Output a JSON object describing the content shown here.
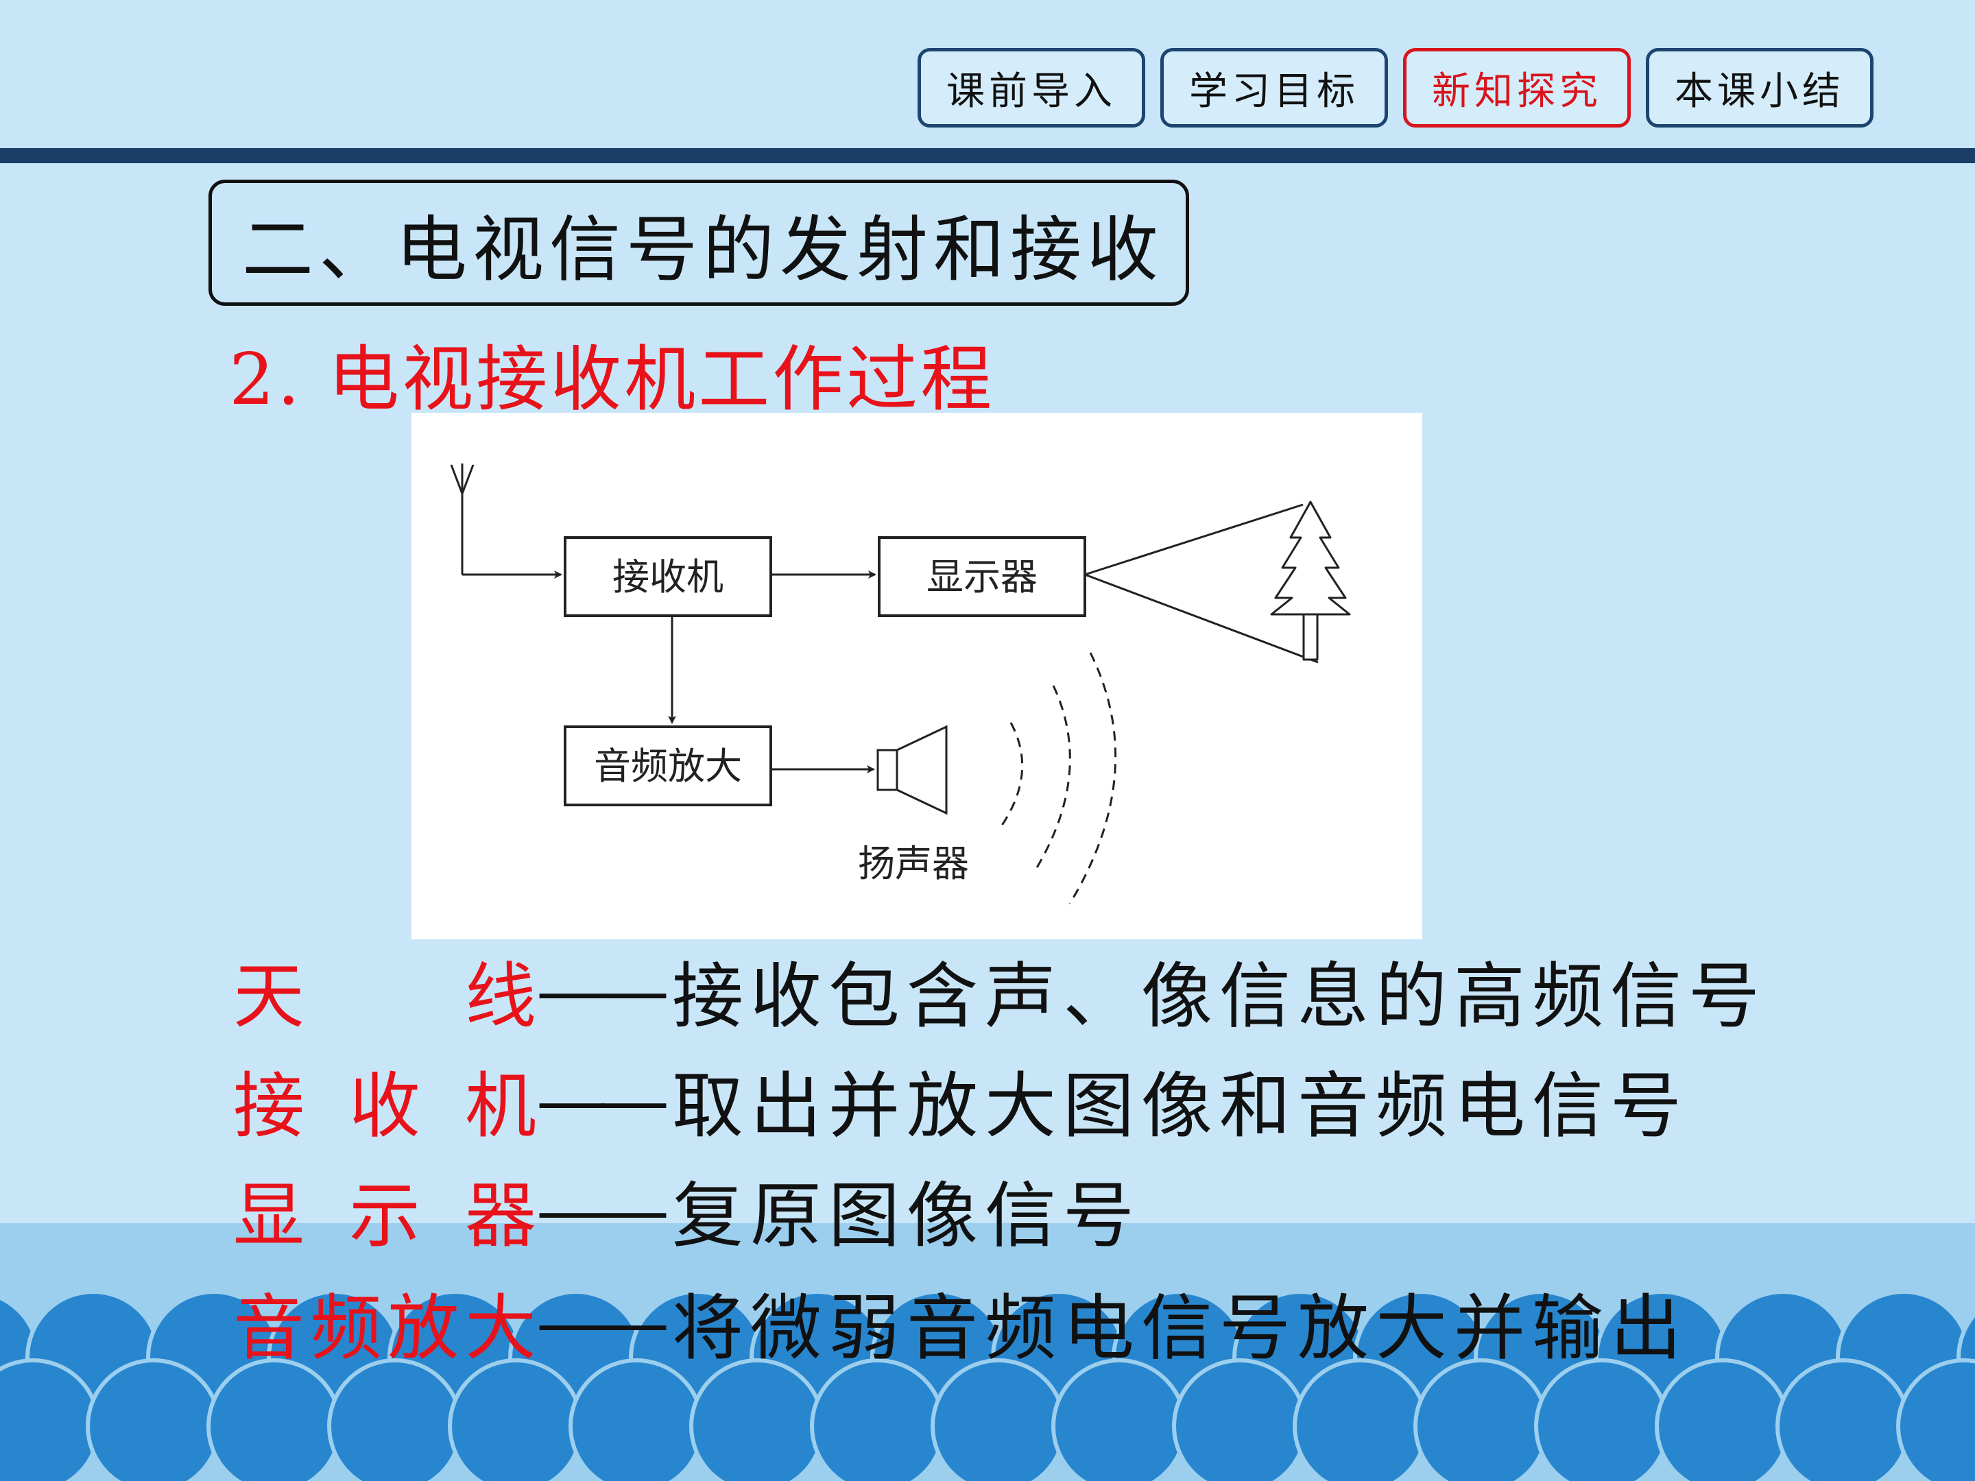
{
  "nav": {
    "items": [
      {
        "label": "课前导入"
      },
      {
        "label": "学习目标"
      },
      {
        "label": "新知探究"
      },
      {
        "label": "本课小结"
      }
    ],
    "active_index": 2
  },
  "section": {
    "title": "二、电视信号的发射和接收"
  },
  "subtitle": "2. 电视接收机工作过程",
  "diagram": {
    "receiver": "接收机",
    "display": "显示器",
    "audio_amp": "音频放大",
    "speaker": "扬声器"
  },
  "descriptions": [
    {
      "term_chars": [
        "天",
        "线"
      ],
      "dash": "——",
      "text": "接收包含声、像信息的高频信号"
    },
    {
      "term_chars": [
        "接",
        "收",
        "机"
      ],
      "dash": "——",
      "text": "取出并放大图像和音频电信号"
    },
    {
      "term_chars": [
        "显",
        "示",
        "器"
      ],
      "dash": "——",
      "text": "复原图像信号"
    },
    {
      "term_chars": [
        "音",
        "频",
        "放",
        "大"
      ],
      "dash": "——",
      "text": "将微弱音频电信号放大并输出"
    }
  ],
  "colors": {
    "background": "#c8e6f8",
    "nav_border": "#1c4670",
    "accent_red": "#e8121a",
    "rule": "#1a3e68",
    "wave_back": "#9ccfee",
    "wave_front": "#2886cf"
  }
}
